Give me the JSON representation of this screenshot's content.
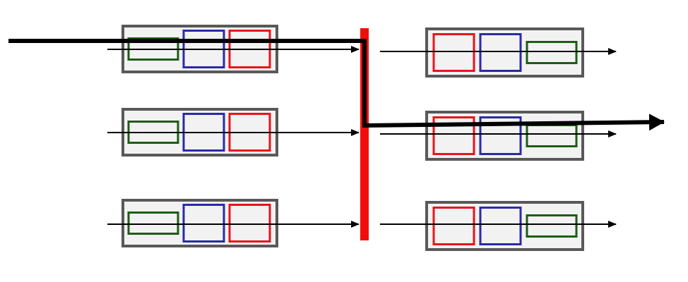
{
  "colors": {
    "background": "#ffffff",
    "box_border": "#595959",
    "box_fill": "#f2f2f2",
    "red": "#e8141c",
    "blue": "#2b2aa7",
    "green": "#1c5d14",
    "arrow": "#000000",
    "switch_bar": "#f20d0d",
    "path_line": "#000000"
  },
  "input_ports": [
    {
      "id": "input-port-1",
      "cells": [
        "green",
        "blue",
        "red"
      ]
    },
    {
      "id": "input-port-2",
      "cells": [
        "green",
        "blue",
        "red"
      ]
    },
    {
      "id": "input-port-3",
      "cells": [
        "green",
        "blue",
        "red"
      ]
    }
  ],
  "output_ports": [
    {
      "id": "output-port-1",
      "cells": [
        "red",
        "blue",
        "green"
      ]
    },
    {
      "id": "output-port-2",
      "cells": [
        "red",
        "blue",
        "green"
      ]
    },
    {
      "id": "output-port-3",
      "cells": [
        "red",
        "blue",
        "green"
      ]
    }
  ]
}
